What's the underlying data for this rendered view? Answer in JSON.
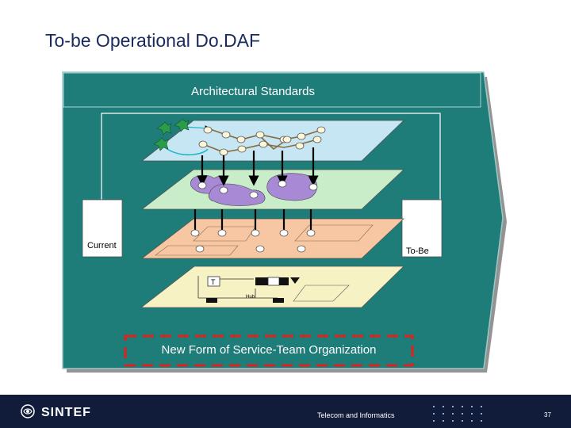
{
  "slide": {
    "title": "To-be Operational Do.DAF",
    "page_number": "37"
  },
  "diagram": {
    "top_label": "Architectural Standards",
    "left_label": "Current",
    "right_label": "To-Be",
    "bottom_label": "New Form of Service-Team Organization",
    "hub_label": "Hub",
    "node_t_label": "T"
  },
  "footer": {
    "logo_text": "SINTEF",
    "caption": "Telecom and Informatics"
  },
  "colors": {
    "panel": "#1e7c79",
    "layer_top": "#c6e6f3",
    "layer_second": "#c8edc8",
    "layer_third": "#f6c7a2",
    "layer_bottom": "#f6f2c3",
    "blob": "#a889d6",
    "dashed_box": "#e0211d",
    "title": "#1a2a5e"
  }
}
